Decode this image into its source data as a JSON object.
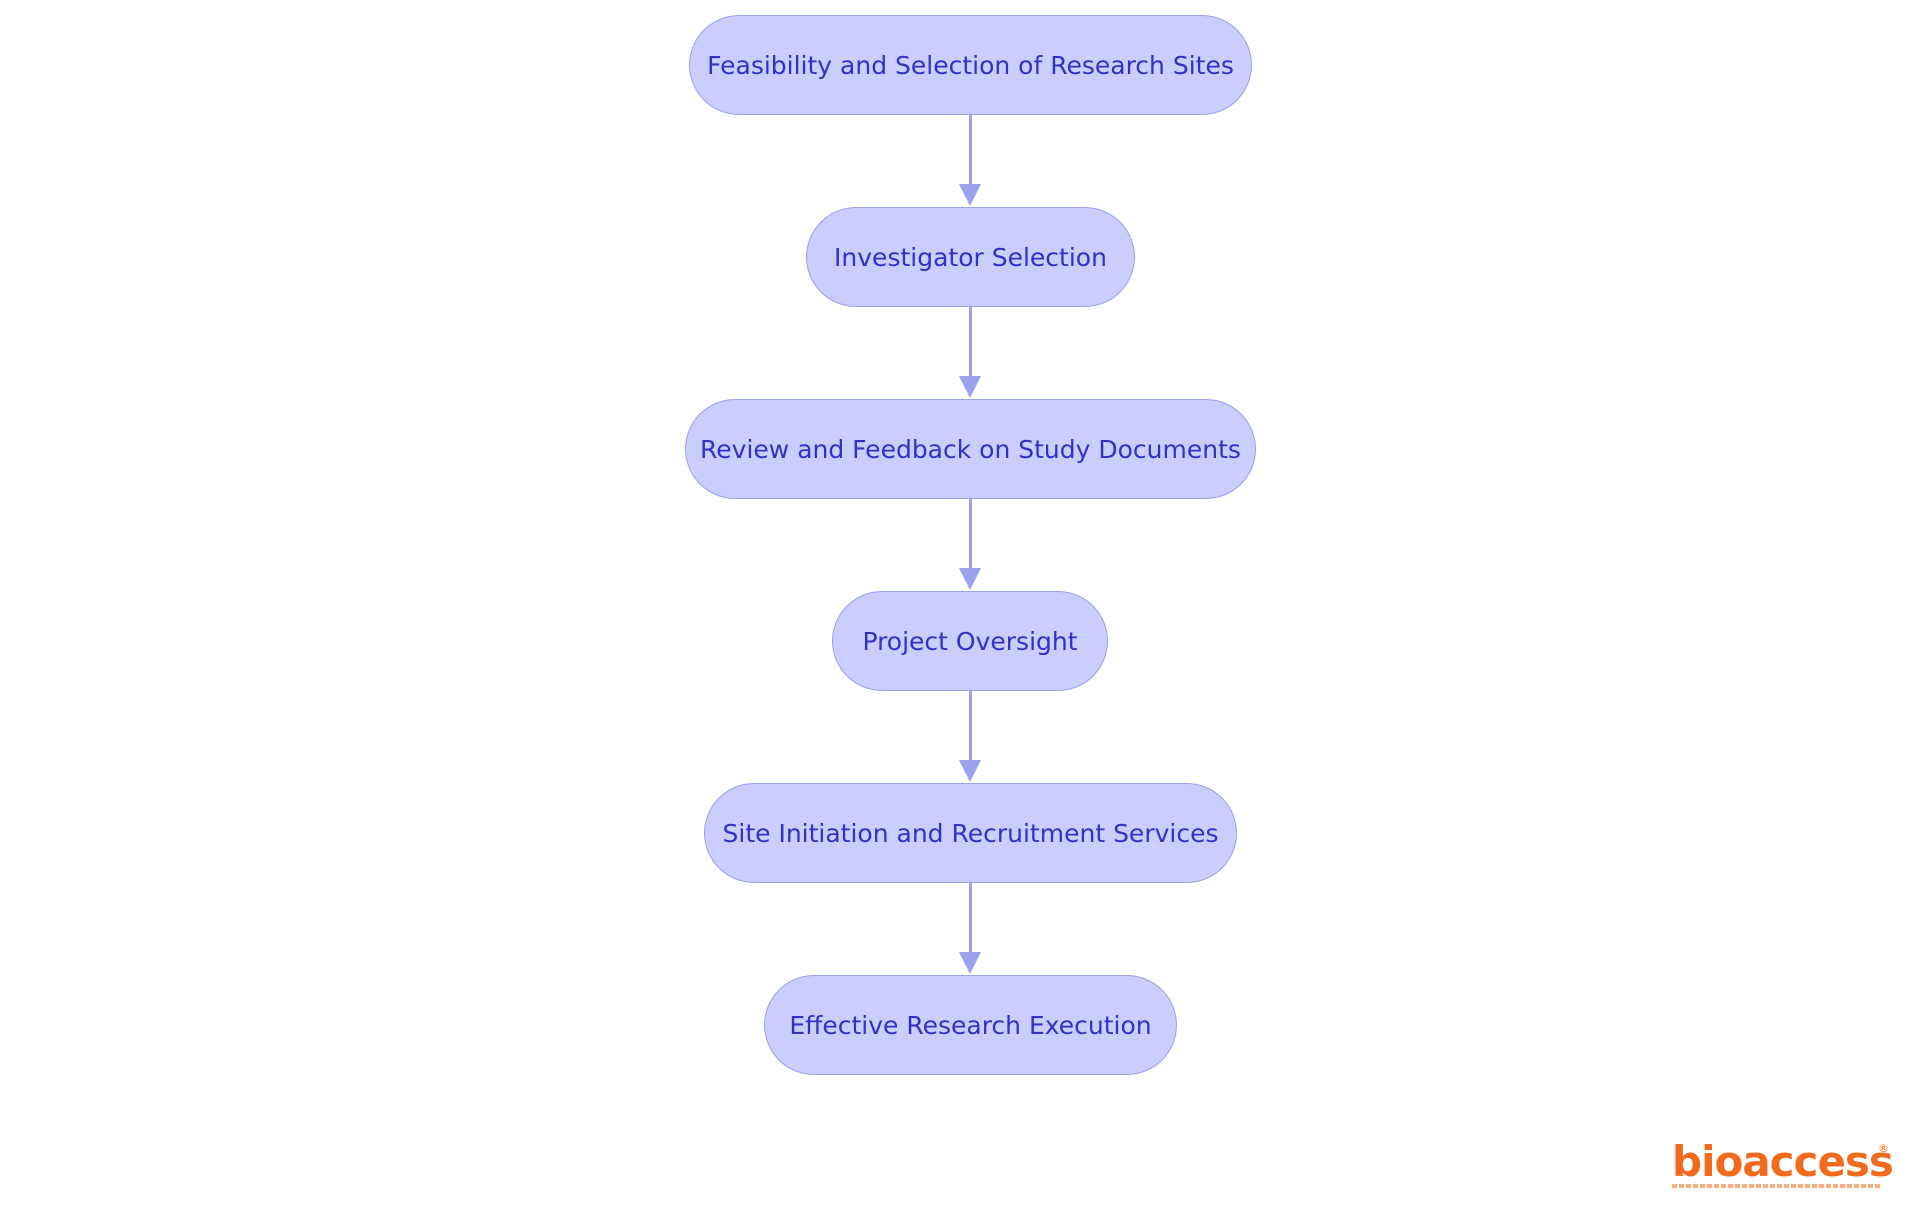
{
  "flow": {
    "nodes": [
      {
        "label": "Feasibility and Selection of Research Sites"
      },
      {
        "label": "Investigator Selection"
      },
      {
        "label": "Review and Feedback on Study Documents"
      },
      {
        "label": "Project Oversight"
      },
      {
        "label": "Site Initiation and Recruitment Services"
      },
      {
        "label": "Effective Research Execution"
      }
    ]
  },
  "logo": {
    "wordmark": "bioaccess",
    "registered": "®"
  },
  "colors": {
    "node_fill": "#cbcdfd",
    "node_border": "#9ba1ec",
    "node_text": "#3131c4",
    "edge": "#9ba1ec",
    "logo": "#f26b1d"
  }
}
